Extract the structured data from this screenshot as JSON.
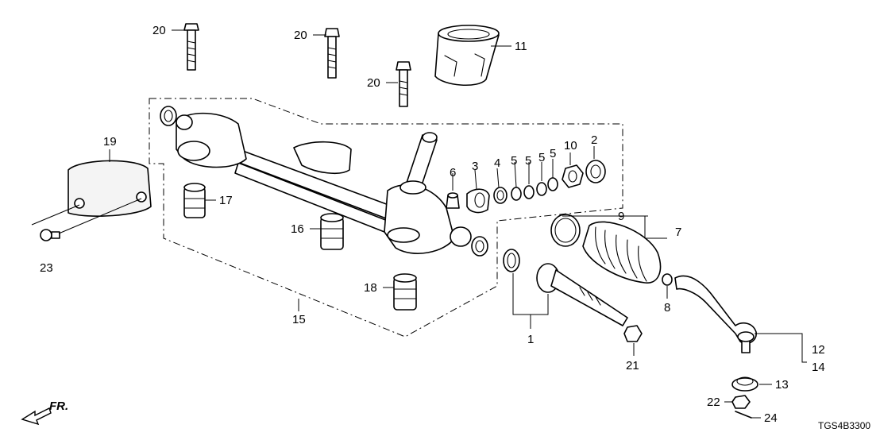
{
  "diagram": {
    "callouts": {
      "c1": "1",
      "c2": "2",
      "c3": "3",
      "c4": "4",
      "c5a": "5",
      "c5b": "5",
      "c5c": "5",
      "c5d": "5",
      "c6": "6",
      "c7": "7",
      "c8": "8",
      "c9": "9",
      "c10": "10",
      "c11": "11",
      "c12": "12",
      "c13": "13",
      "c14": "14",
      "c15": "15",
      "c16": "16",
      "c17": "17",
      "c18": "18",
      "c19": "19",
      "c20a": "20",
      "c20b": "20",
      "c20c": "20",
      "c21": "21",
      "c22": "22",
      "c23": "23",
      "c24": "24"
    },
    "direction_label": "FR.",
    "diagram_code": "TGS4B3300"
  }
}
